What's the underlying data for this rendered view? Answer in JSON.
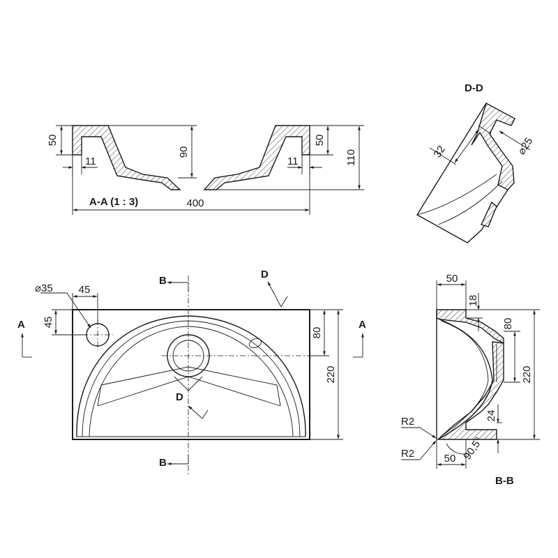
{
  "section_aa": {
    "title": "A-A  (1 : 3)",
    "dims": {
      "rim_height": "50",
      "rim_thickness_left": "11",
      "depth": "90",
      "rim_height_right": "50",
      "rim_thickness_right": "11",
      "total_height": "110",
      "total_width": "400"
    }
  },
  "section_dd": {
    "title": "D-D",
    "dims": {
      "width": "32",
      "hole_diameter": "⌀25"
    }
  },
  "plan_view": {
    "cut_labels": {
      "a_left": "A",
      "a_right": "A",
      "b_top": "B",
      "b_bottom": "B",
      "d_top": "D",
      "d_center": "D"
    },
    "dims": {
      "tap_hole_diameter": "⌀35",
      "tap_offset_x": "45",
      "tap_offset_y": "45",
      "overflow_offset": "80",
      "depth": "220"
    }
  },
  "section_bb": {
    "title": "B-B",
    "dims": {
      "rim_width": "50",
      "rim_height": "18",
      "bowl_offset": "80",
      "total_depth": "220",
      "bottom_height": "24",
      "radius_top": "R2",
      "radius_bottom": "R2",
      "base_width": "50",
      "angle": "90,5°"
    }
  }
}
